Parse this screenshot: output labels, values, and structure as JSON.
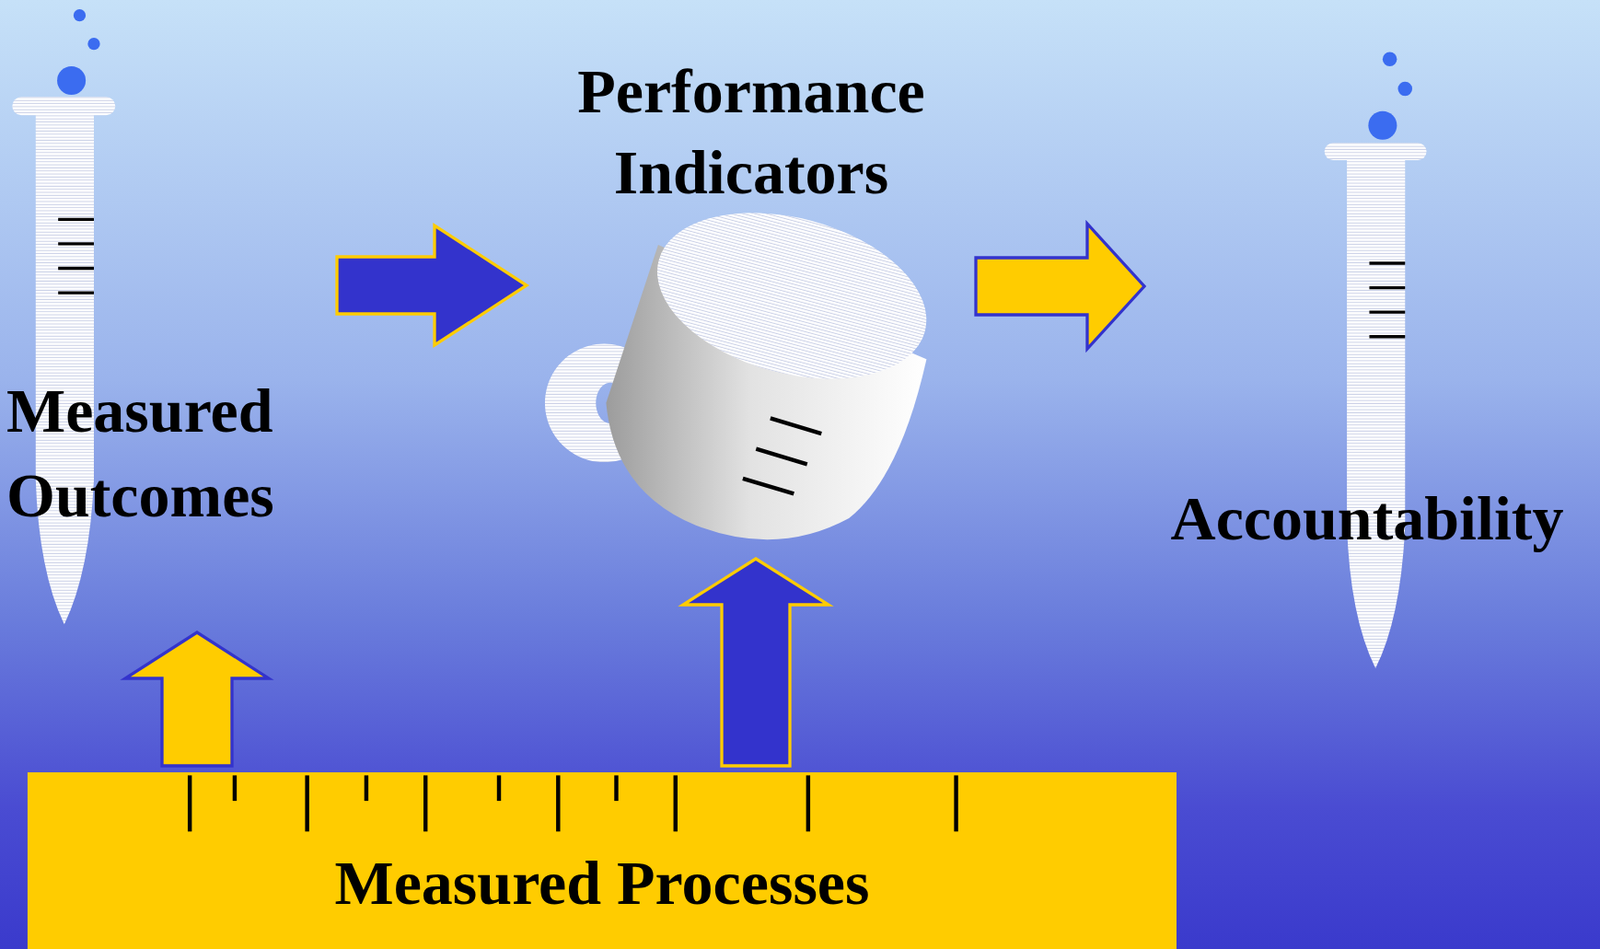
{
  "diagram": {
    "nodes": [
      {
        "text": [
          "Measured Outcomes"
        ]
      },
      {
        "text": [
          "Performance Indicators"
        ]
      },
      {
        "text": [
          "Accountability"
        ]
      },
      {
        "text": [
          "Measured Processes"
        ]
      }
    ],
    "edges": [
      {
        "from": 0,
        "to": 1,
        "arrow": "to"
      },
      {
        "from": 1,
        "to": 2,
        "arrow": "to"
      },
      {
        "from": 3,
        "to": 0,
        "arrow": "to"
      },
      {
        "from": 3,
        "to": 1,
        "arrow": "to"
      }
    ]
  }
}
